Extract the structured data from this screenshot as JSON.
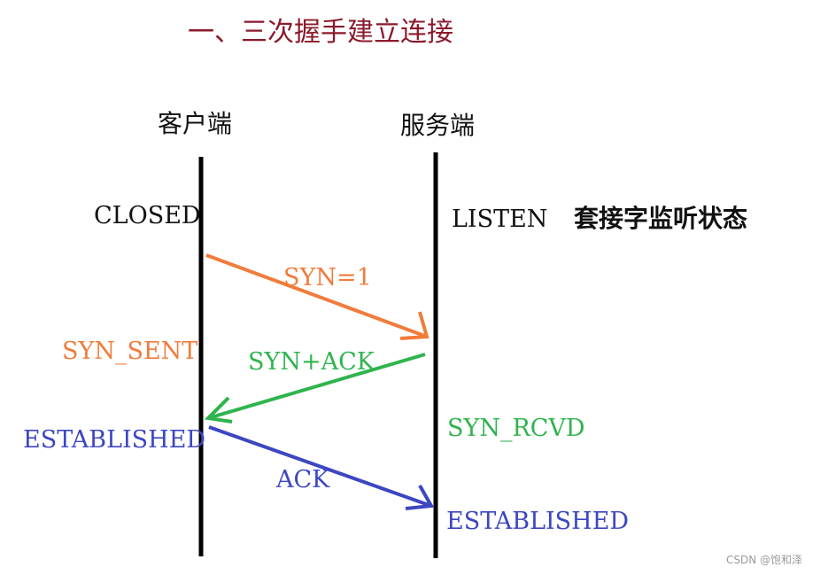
{
  "title": "一、三次握手建立连接",
  "actors": {
    "client": "客户端",
    "server": "服务端"
  },
  "states": {
    "client_closed": "CLOSED",
    "client_syn_sent": "SYN_SENT",
    "client_established": "ESTABLISHED",
    "server_listen": "LISTEN",
    "server_listen_note": "套接字监听状态",
    "server_syn_rcvd": "SYN_RCVD",
    "server_established": "ESTABLISHED"
  },
  "messages": {
    "syn": "SYN=1",
    "synack": "SYN+ACK",
    "ack": "ACK"
  },
  "colors": {
    "title": "#8b1a2b",
    "syn": "#f07c3c",
    "synack": "#2fb44e",
    "ack": "#3d46c1",
    "lifeline": "#000000"
  },
  "watermark": "CSDN @饱和泽"
}
